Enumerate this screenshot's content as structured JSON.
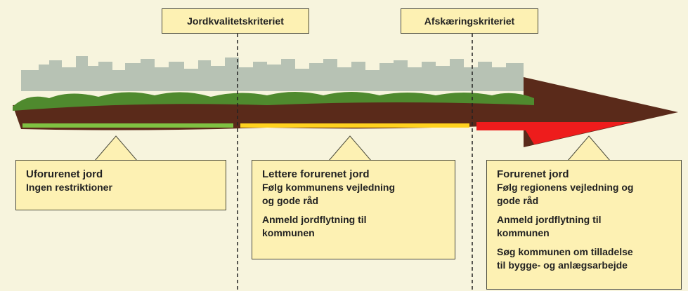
{
  "criteria": [
    {
      "label": "Jordkvalitetskriteriet"
    },
    {
      "label": "Afskæringskriteriet"
    }
  ],
  "zones": [
    {
      "bar_color": "#7fc242",
      "title": "Uforurenet jord",
      "lines": [
        "Ingen restriktioner"
      ],
      "paragraphs": []
    },
    {
      "bar_color": "#ffd21f",
      "title": "Lettere forurenet jord",
      "lines": [
        "Følg kommunens vejledning",
        "og gode råd"
      ],
      "paragraphs": [
        [
          "Anmeld jordflytning til",
          "kommunen"
        ]
      ]
    },
    {
      "bar_color": "#ee1c1c",
      "title": "Forurenet jord",
      "lines": [
        "Følg regionens vejledning og",
        "gode råd"
      ],
      "paragraphs": [
        [
          "Anmeld jordflytning til",
          "kommunen"
        ],
        [
          "Søg kommunen om tilladelse",
          "til bygge- og anlægsarbejde"
        ]
      ]
    }
  ],
  "colors": {
    "background": "#f7f4dd",
    "box": "#fdf1b3",
    "soil": "#5a2a1a",
    "grass": "#4f8a2e",
    "city": "#b7c2b4"
  }
}
